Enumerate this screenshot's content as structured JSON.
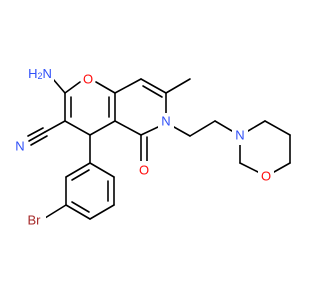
{
  "molecule": {
    "atom_labels": {
      "amino": "H2N",
      "ring_oxygen": "O",
      "nitrile_nitrogen": "N",
      "lactam_nitrogen": "N",
      "carbonyl_oxygen": "O",
      "morpholine_nitrogen": "N",
      "morpholine_oxygen": "O",
      "bromine": "Br"
    },
    "colors": {
      "bond": "#000000",
      "oxygen": "#ff0d0d",
      "nitrogen": "#3050f8",
      "bromine": "#a62929"
    }
  }
}
